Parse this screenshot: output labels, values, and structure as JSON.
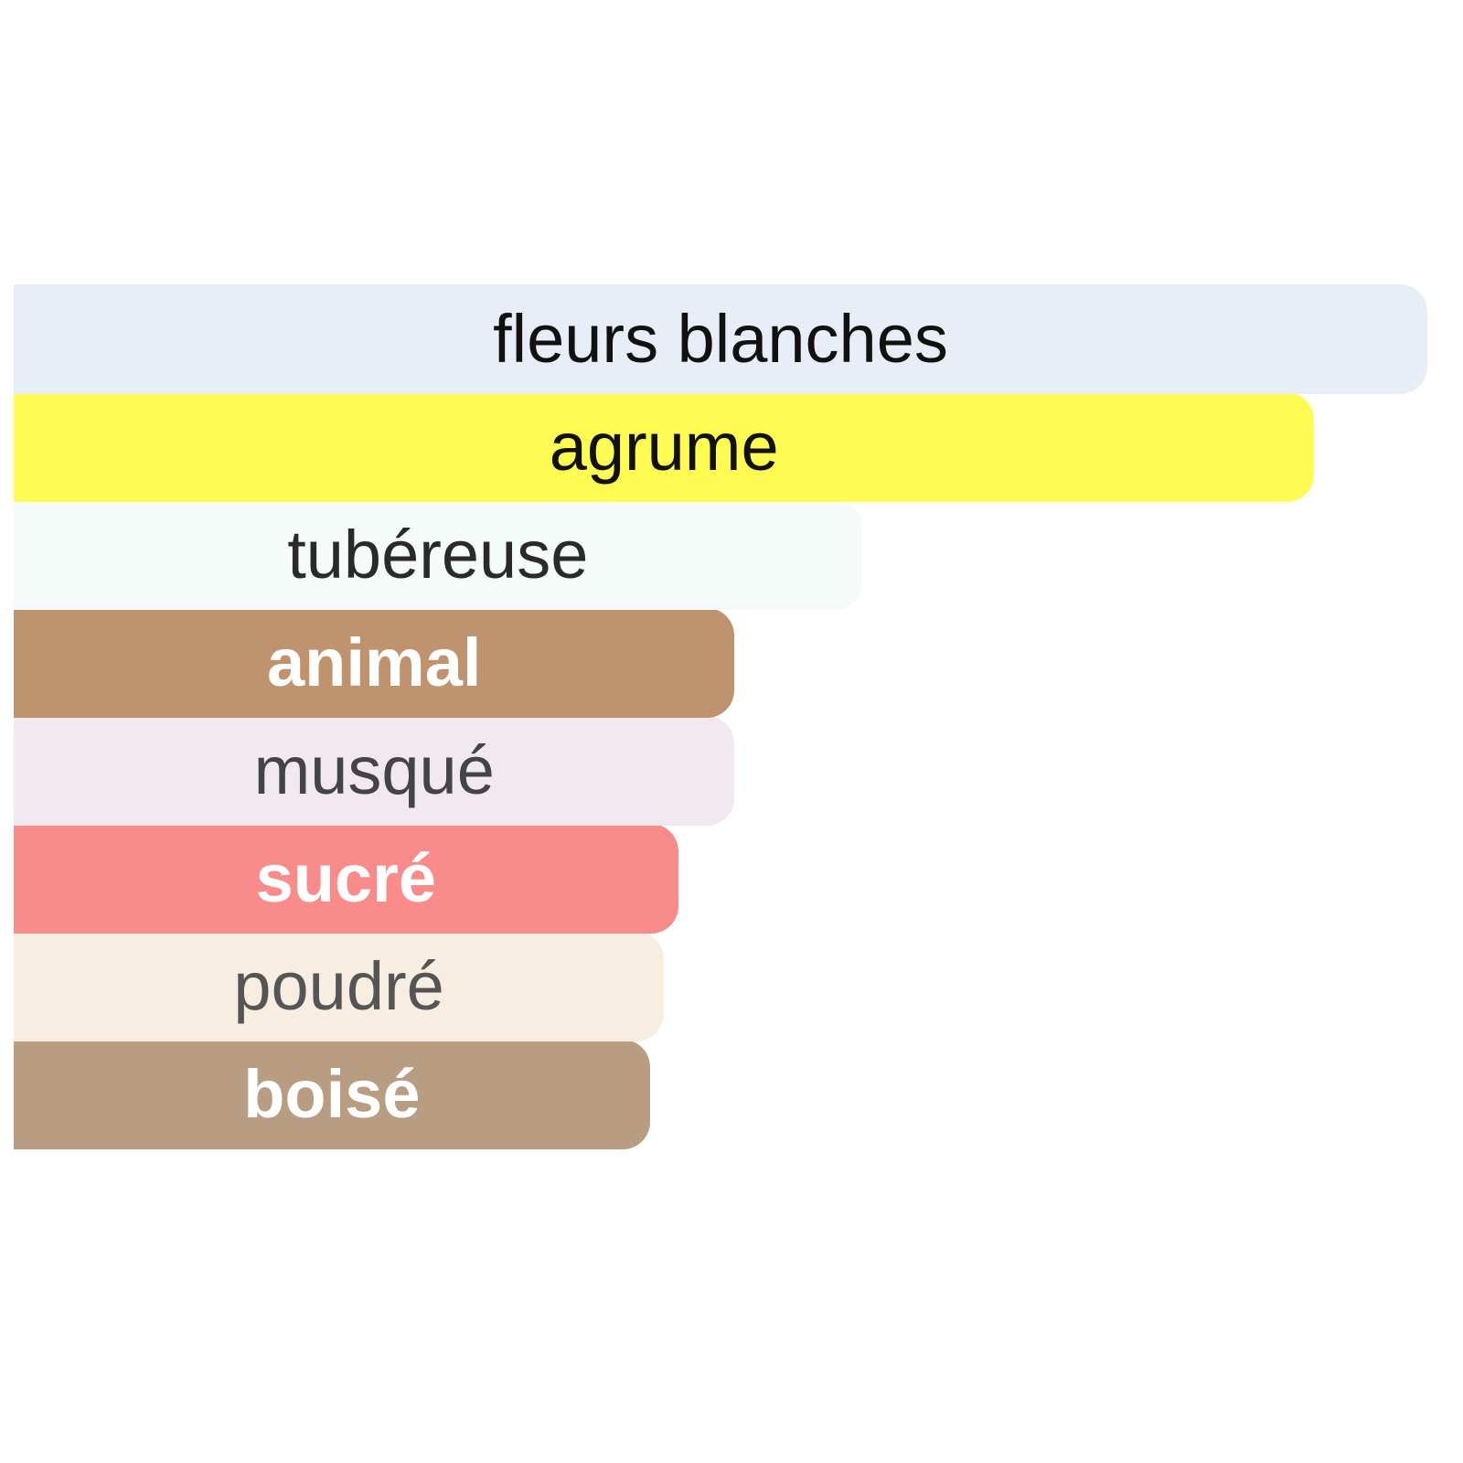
{
  "chart_data": {
    "type": "bar",
    "orientation": "horizontal",
    "grid": false,
    "legend": "none",
    "xlim": [
      0,
      100
    ],
    "categories": [
      "fleurs blanches",
      "agrume",
      "tubéreuse",
      "animal",
      "musqué",
      "sucré",
      "poudré",
      "boisé"
    ],
    "values": [
      100,
      92,
      60,
      51,
      51,
      47,
      46,
      45
    ],
    "colors": [
      "#e8eef8",
      "#fefc52",
      "#f4fbf8",
      "#c0936f",
      "#f1e8f0",
      "#f98b8b",
      "#f8ede1",
      "#b89d82"
    ],
    "label_colors": [
      "#111111",
      "#111111",
      "#2a2a2a",
      "#ffffff",
      "#444444",
      "#ffffff",
      "#555555",
      "#ffffff"
    ],
    "label_weights": [
      "normal",
      "normal",
      "normal",
      "bold",
      "normal",
      "bold",
      "normal",
      "bold"
    ]
  }
}
